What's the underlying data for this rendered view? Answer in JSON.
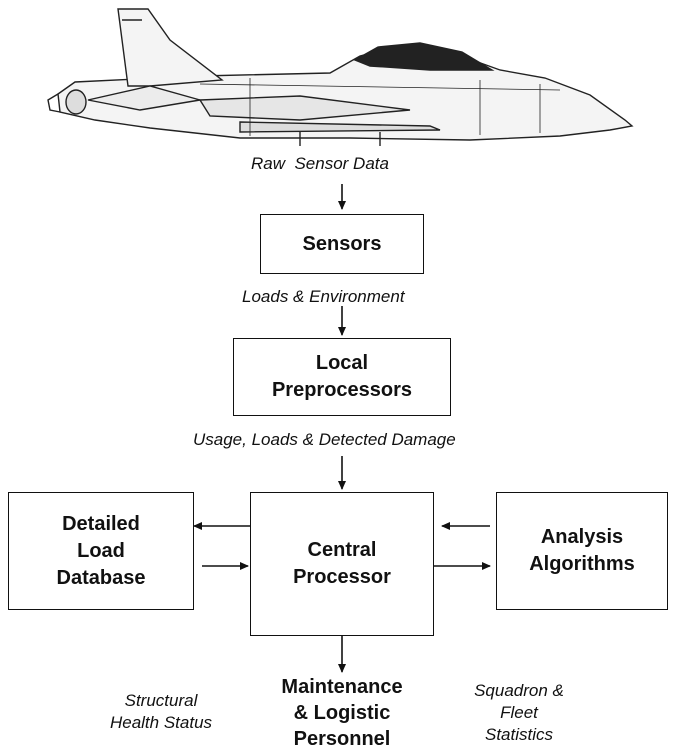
{
  "diagram": {
    "aircraft_icon": "jet-aircraft-icon",
    "labels": {
      "raw_sensor_data": "Raw  Sensor Data",
      "loads_environment": "Loads & Environment",
      "usage_loads_damage": "Usage, Loads & Detected Damage"
    },
    "boxes": {
      "sensors": "Sensors",
      "local_pre": [
        "Local",
        "Preprocessors"
      ],
      "detailed_db": [
        "Detailed",
        "Load",
        "Database"
      ],
      "central": [
        "Central",
        "Processor"
      ],
      "analysis": [
        "Analysis",
        "Algorithms"
      ]
    },
    "outputs": {
      "structural": [
        "Structural",
        "Health Status"
      ],
      "maintenance": [
        "Maintenance",
        "& Logistic",
        "Personnel"
      ],
      "squadron": [
        "Squadron &",
        "Fleet",
        "Statistics"
      ]
    }
  }
}
